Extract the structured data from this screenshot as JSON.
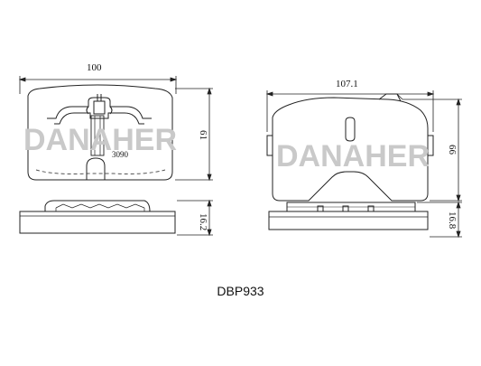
{
  "brand": {
    "watermark": "DANAHER"
  },
  "part": {
    "code": "DBP933"
  },
  "left_pad": {
    "width_label": "100",
    "height_label": "61",
    "thickness_label": "16.2",
    "stamp": "3090"
  },
  "right_pad": {
    "width_label": "107.1",
    "height_label": "66",
    "thickness_label": "16.8"
  },
  "colors": {
    "line": "#222222",
    "watermark": "#c9c9c9"
  }
}
